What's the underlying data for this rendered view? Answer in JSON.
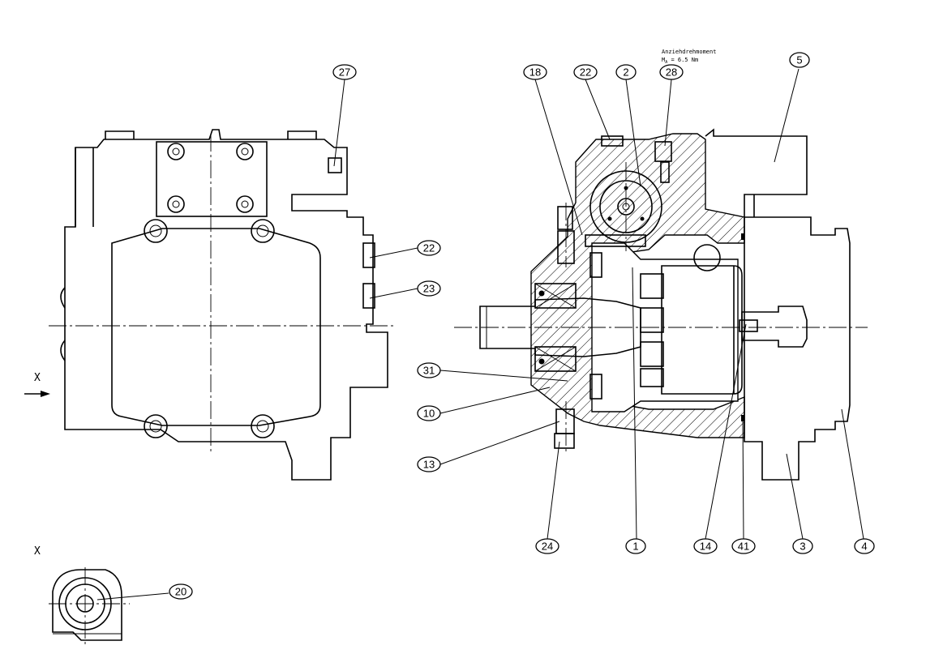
{
  "callouts": {
    "c27": "27",
    "c22a": "22",
    "c23": "23",
    "c18": "18",
    "c22b": "22",
    "c2": "2",
    "c28": "28",
    "c5": "5",
    "c31": "31",
    "c10": "10",
    "c13": "13",
    "c24": "24",
    "c1": "1",
    "c14": "14",
    "c41": "41",
    "c3": "3",
    "c4": "4",
    "c20": "20"
  },
  "annotations": {
    "torque_title": "Anziehdrehmoment",
    "torque_value": "M",
    "torque_sub": "A",
    "torque_rest": " = 6.5 Nm",
    "view_arrow_label": "X",
    "detail_view_label": "X"
  }
}
